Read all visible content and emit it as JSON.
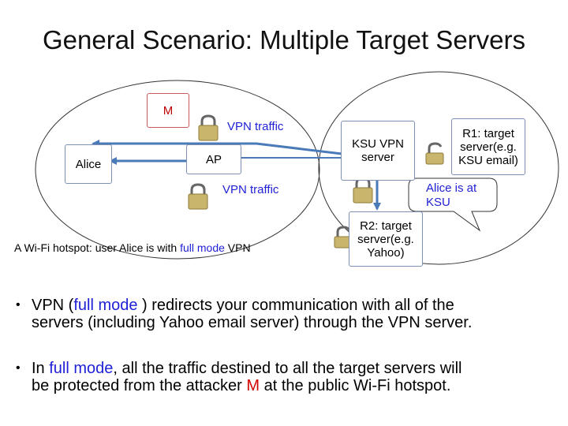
{
  "title": "General Scenario: Multiple Target Servers",
  "nodes": {
    "m": "M",
    "alice": "Alice",
    "ap": "AP",
    "ksu_vpn_line1": "KSU VPN",
    "ksu_vpn_line2": "server",
    "r1_line1": "R1: target",
    "r1_line2": "server(e.g.",
    "r1_line3": "KSU email)",
    "r2_line1": "R2: target",
    "r2_line2": "server(e.g.",
    "r2_line3": "Yahoo)"
  },
  "labels": {
    "vpn_traffic_top": "VPN traffic",
    "vpn_traffic_bottom": "VPN traffic",
    "callout_line1": "Alice is at",
    "callout_line2": "KSU",
    "hotspot_pre": "A Wi-Fi hotspot: user Alice is with ",
    "hotspot_mode": "full mode",
    "hotspot_post": " VPN"
  },
  "bullets": {
    "b1_pre": "VPN (",
    "b1_mode": "full mode",
    "b1_line1_post": " ) redirects your communication with all of the",
    "b1_line2": "servers (including Yahoo email server) through the VPN server.",
    "b2_pre": "In ",
    "b2_mode": "full mode",
    "b2_line1_post": ", all the traffic destined to all the target servers will",
    "b2_line2_pre": "be protected from the attacker ",
    "b2_attacker": "M",
    "b2_line2_post": " at the public Wi-Fi hotspot."
  },
  "icons": [
    "lock-icon",
    "lock-icon",
    "lock-icon",
    "broken-lock-icon",
    "broken-lock-icon"
  ],
  "colors": {
    "accent_blue": "#1f1fd6",
    "attacker_red": "#c00000",
    "arrow_blue": "#4a7ab8"
  }
}
